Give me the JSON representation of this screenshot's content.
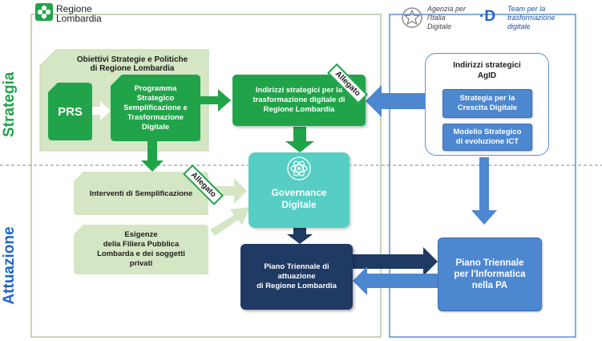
{
  "header": {
    "regione_logo_line1": "Regione",
    "regione_logo_line2": "Lombardia",
    "agid_line1": "Agenzia per",
    "agid_line2": "l'Italia",
    "agid_line3": "Digitale",
    "team_logo_letter": "·D",
    "team_line1": "Team per la",
    "team_line2": "trasformazione",
    "team_line3": "digitale"
  },
  "sections": {
    "strategia": "Strategia",
    "attuazione": "Attuazione"
  },
  "boxes": {
    "objectives_title": "Obiettivi Strategie e Politiche\ndi Regione Lombardia",
    "prs": "PRS",
    "programma": "Programma\nStrategico\nSemplificazione e\nTrasformazione\nDigitale",
    "indirizzi_rl": "Indirizzi strategici per la\ntrasformazione digitale di\nRegione Lombardia",
    "indirizzi_agid": "Indirizzi strategici\nAgID",
    "strategia_crescita": "Strategia per la\nCrescita Digitale",
    "modello_strategico": "Modello Strategico\ndi evoluzione ICT",
    "interventi": "Interventi di Semplificazione",
    "esigenze": "Esigenze\ndella Filiera Pubblica\nLombarda e dei soggetti\nprivati",
    "governance": "Governance\nDigitale",
    "piano_rl": "Piano Triennale di\nattuazione\ndi Regione Lombardia",
    "piano_pa": "Piano Triennale\nper l'Informatica\nnella PA"
  },
  "tags": {
    "allegato_top": "Allegato",
    "allegato_mid": "Allegato"
  },
  "colors": {
    "green_dark": "#21a34a",
    "green_light": "#d5e6c4",
    "blue_mid": "#4d87d0",
    "navy": "#1f3a63",
    "teal": "#56cec3",
    "blue_border": "#5b8fd6"
  }
}
